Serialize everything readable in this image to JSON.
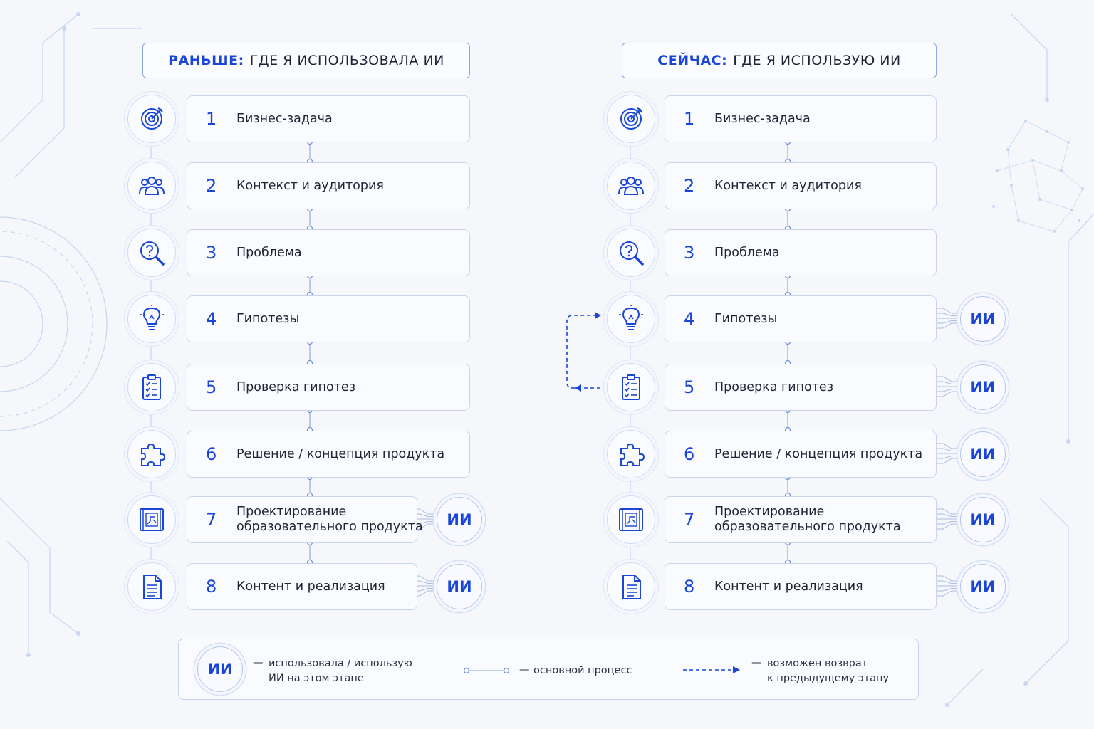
{
  "columns": {
    "before": {
      "title_accent": "РАНЬШЕ:",
      "title_rest": "ГДЕ Я ИСПОЛЬЗОВАЛА ИИ"
    },
    "now": {
      "title_accent": "СЕЙЧАС:",
      "title_rest": "ГДЕ Я ИСПОЛЬЗУЮ ИИ"
    }
  },
  "stages": [
    {
      "num": "1",
      "label": "Бизнес-задача",
      "icon": "target-icon"
    },
    {
      "num": "2",
      "label": "Контекст и аудитория",
      "icon": "audience-icon"
    },
    {
      "num": "3",
      "label": "Проблема",
      "icon": "magnifier-question-icon"
    },
    {
      "num": "4",
      "label": "Гипотезы",
      "icon": "lightbulb-icon"
    },
    {
      "num": "5",
      "label": "Проверка гипотез",
      "icon": "checklist-icon"
    },
    {
      "num": "6",
      "label": "Решение / концепция продукта",
      "icon": "puzzle-icon"
    },
    {
      "num": "7",
      "label": "Проектирование\nобразовательного продукта",
      "icon": "blueprint-icon"
    },
    {
      "num": "8",
      "label": "Контент и реализация",
      "icon": "document-icon"
    }
  ],
  "ai_badge_label": "ИИ",
  "ai_used_before": [
    7,
    8
  ],
  "ai_used_now": [
    4,
    5,
    6,
    7,
    8
  ],
  "return_arrow": {
    "from_stage": 5,
    "to_stage": 4
  },
  "legend": {
    "ai_badge": "ИИ",
    "ai_dash": "—",
    "ai_text": "использовала / использую\nИИ на этом этапе",
    "process_dash": "—",
    "process_text": "основной процесс",
    "return_dash": "—",
    "return_text": "возможен возврат\nк предыдущему этапу"
  },
  "colors": {
    "accent": "#1a45d6",
    "text": "#1f2535",
    "border": "#c9d5ee",
    "line": "#9fb3dc",
    "background": "#f5f7fb"
  }
}
